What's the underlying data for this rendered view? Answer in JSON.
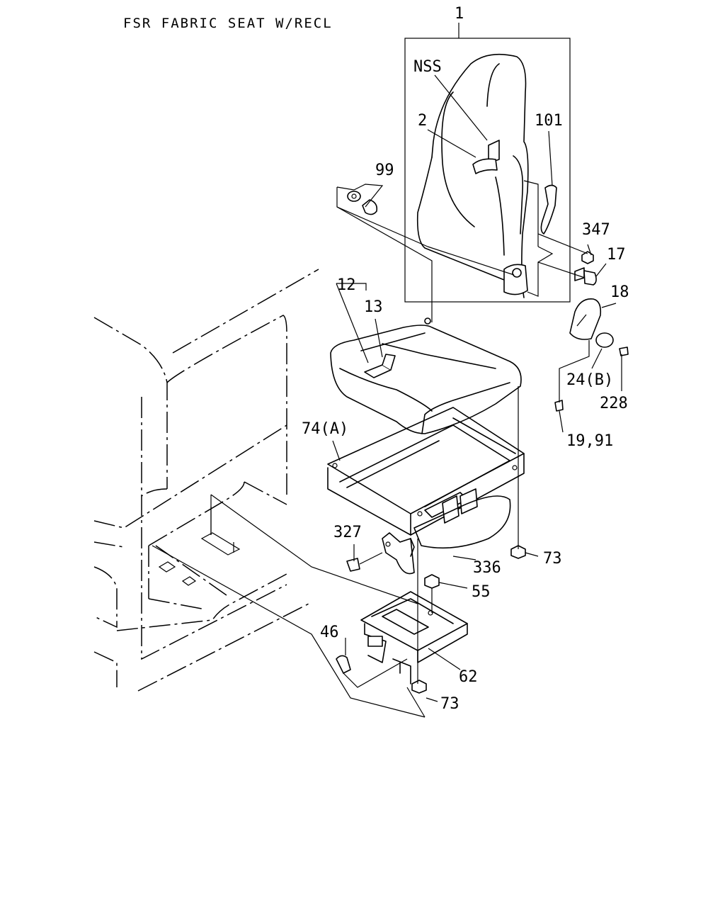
{
  "title": "FSR FABRIC SEAT W/RECL",
  "callouts": {
    "c1": "1",
    "nss": "NSS",
    "c2": "2",
    "c101": "101",
    "c99": "99",
    "c347": "347",
    "c17": "17",
    "c18": "18",
    "c12": "12",
    "c13": "13",
    "c24b": "24(B)",
    "c228": "228",
    "c1991": "19,91",
    "c74a": "74(A)",
    "c327": "327",
    "c336": "336",
    "c73a": "73",
    "c55": "55",
    "c46": "46",
    "c62": "62",
    "c73b": "73"
  }
}
